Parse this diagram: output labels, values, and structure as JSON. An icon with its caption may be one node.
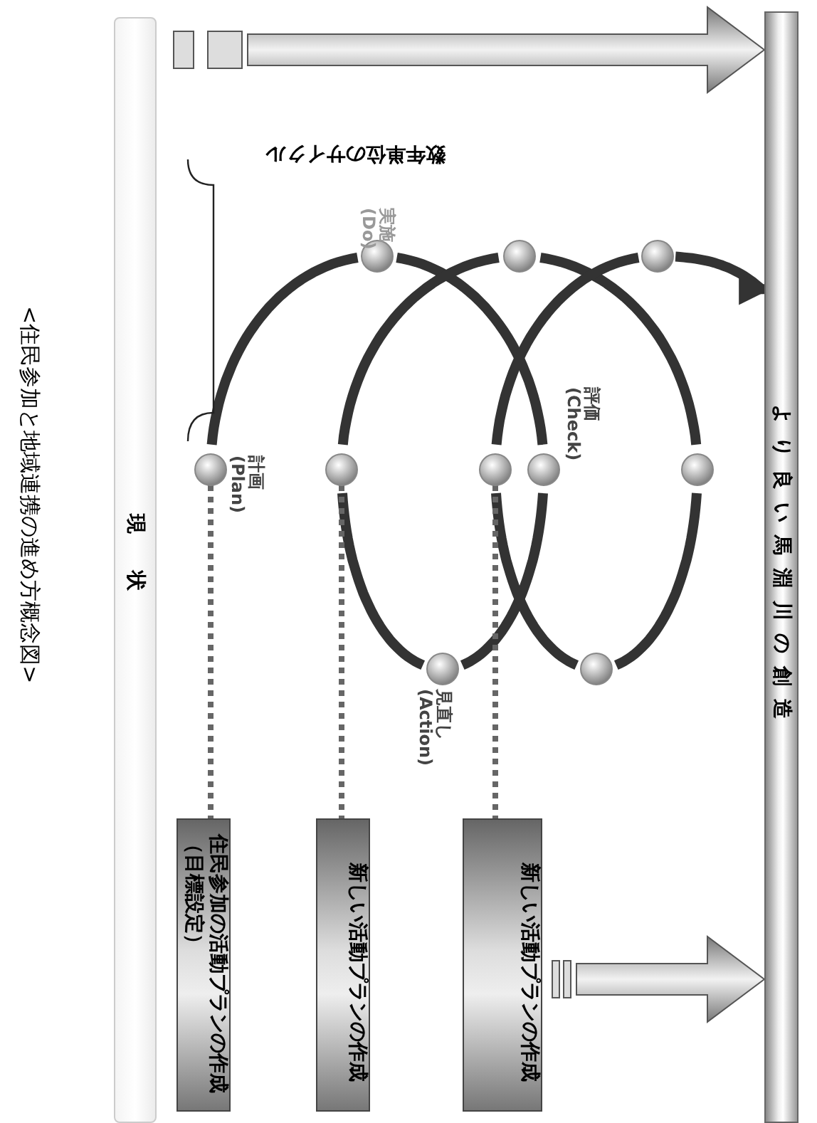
{
  "diagram": {
    "caption": "<住民参加と地域連携の進め方概念図>",
    "nodes": [
      {
        "text": [
          "現状"
        ]
      },
      {
        "text": [
          "より良い馬淵川の創造"
        ]
      },
      {
        "text": [
          "住民参加の活動プランの作成（目標設定）"
        ]
      },
      {
        "text": [
          "新しい活動プランの作成"
        ]
      },
      {
        "text": [
          "新しい活動プランの作成"
        ]
      },
      {
        "text": [],
        "shape": "circle"
      },
      {
        "text": [],
        "shape": "circle"
      },
      {
        "text": [],
        "shape": "circle"
      },
      {
        "text": [],
        "shape": "circle"
      },
      {
        "text": [],
        "shape": "circle"
      },
      {
        "text": [],
        "shape": "circle"
      },
      {
        "text": [],
        "shape": "circle"
      },
      {
        "text": [],
        "shape": "circle"
      },
      {
        "text": [],
        "shape": "circle"
      },
      {
        "text": [],
        "shape": "circle"
      }
    ],
    "edges": [
      {
        "from": 0,
        "to": 1,
        "arrow": "to"
      },
      {
        "from": 4,
        "to": 1,
        "arrow": "to"
      },
      {
        "from": 5,
        "to": 2,
        "arrow": "none",
        "style": "dashed"
      },
      {
        "from": 6,
        "to": 3,
        "arrow": "none",
        "style": "dashed"
      },
      {
        "from": 9,
        "to": 4,
        "arrow": "none",
        "style": "dashed"
      },
      {
        "from": 5,
        "to": 7,
        "arrow": "none"
      },
      {
        "from": 7,
        "to": 11,
        "arrow": "none"
      },
      {
        "from": 11,
        "to": 8,
        "arrow": "none"
      },
      {
        "from": 8,
        "to": 6,
        "arrow": "none"
      },
      {
        "from": 6,
        "to": 10,
        "arrow": "none"
      },
      {
        "from": 10,
        "to": 14,
        "arrow": "none"
      },
      {
        "from": 14,
        "to": 12,
        "arrow": "none"
      },
      {
        "from": 12,
        "to": 9,
        "arrow": "none"
      },
      {
        "from": 9,
        "to": 13,
        "arrow": "none"
      },
      {
        "from": 13,
        "to": 1,
        "arrow": "to"
      }
    ],
    "labels": [
      "数年単位のサイクル",
      "実施 (Do)",
      "計画 (Plan)",
      "評価 (Check)",
      "見直し (Action)"
    ]
  }
}
